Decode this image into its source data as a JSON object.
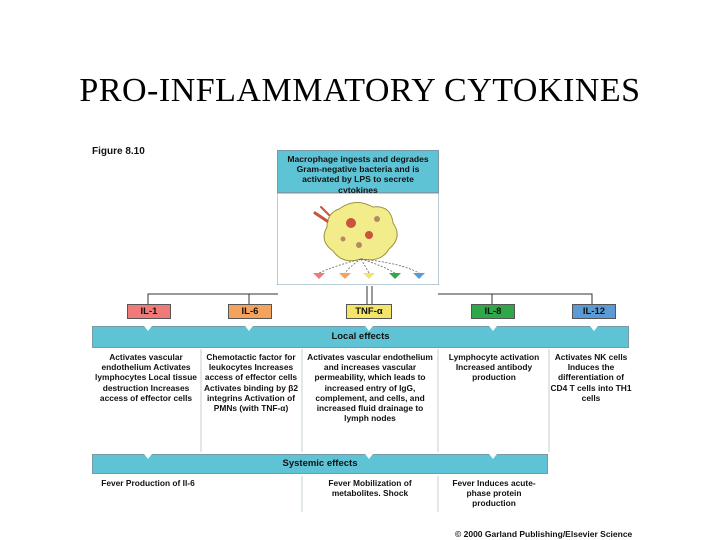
{
  "slide": {
    "title": "PRO-INFLAMMATORY CYTOKINES"
  },
  "figure": {
    "label": "Figure 8.10",
    "header": "Macrophage ingests and degrades Gram-negative bacteria and is activated by LPS to secrete cytokines",
    "cytokines": [
      {
        "name": "IL-1",
        "color": "#f07a7a"
      },
      {
        "name": "IL-6",
        "color": "#f4a35e"
      },
      {
        "name": "TNF-α",
        "color": "#f4e46a"
      },
      {
        "name": "IL-8",
        "color": "#2fa84a"
      },
      {
        "name": "IL-12",
        "color": "#5b9bd5"
      }
    ],
    "local_effects_title": "Local effects",
    "local_effects": [
      "Activates vascular endothelium Activates lymphocytes Local tissue destruction Increases access of effector cells",
      "Chemotactic factor for leukocytes Increases access of effector cells Activates binding by β2 integrins Activation of PMNs (with TNF-α)",
      "Activates vascular endothelium and increases vascular permeability, which leads to increased entry of IgG, complement, and cells, and increased fluid drainage to lymph nodes",
      "Lymphocyte activation Increased antibody production",
      "Activates NK cells Induces the differentiation of CD4 T cells into TH1 cells"
    ],
    "systemic_effects_title": "Systemic effects",
    "systemic_effects": [
      "Fever Production of Il-6",
      "Fever Mobilization of metabolites. Shock",
      "Fever Induces acute-phase protein production"
    ],
    "copyright": "© 2000 Garland Publishing/Elsevier Science"
  }
}
